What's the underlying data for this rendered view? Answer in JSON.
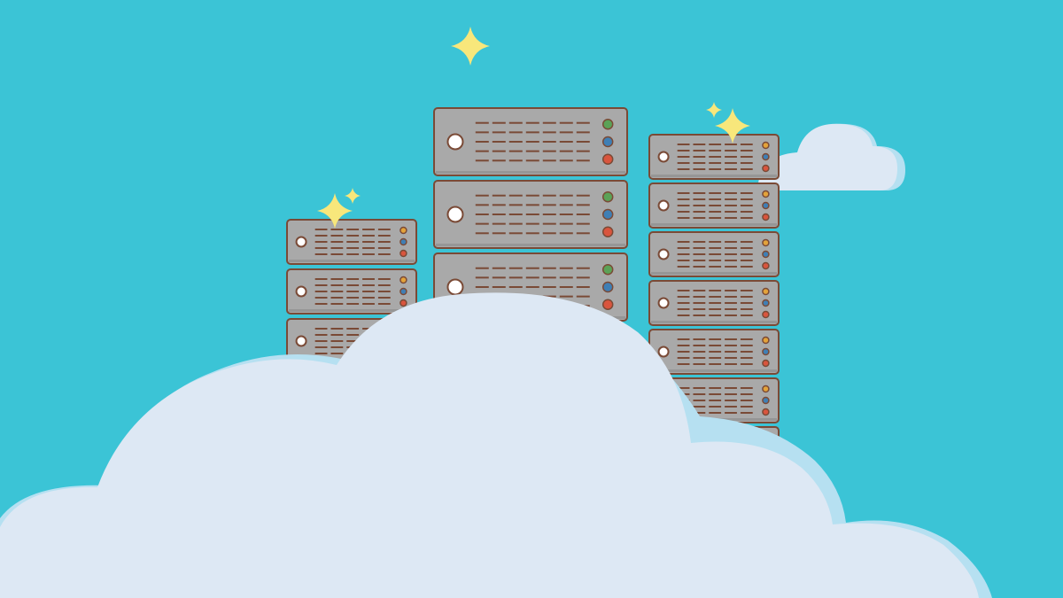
{
  "scene": {
    "description_free": true,
    "colors": {
      "sky": "#3BC4D6",
      "cloud": "#DDE8F4",
      "cloud_shadow": "#B6E0F1",
      "server_body": "#A9A9A9",
      "server_outline": "#7A4A36",
      "server_inner_shadow": "#969696",
      "vent": "#7A4A36",
      "power_button_fill": "#FFFFFF",
      "led_green": "#5BA257",
      "led_blue": "#3F7FB5",
      "led_red": "#D9553E",
      "led_orange": "#E3A33A",
      "sparkle": "#F8E77B"
    },
    "server_stacks": [
      {
        "id": "left-stack",
        "visible_units": 3
      },
      {
        "id": "center-stack",
        "visible_units": 3
      },
      {
        "id": "right-stack",
        "visible_units": 7
      }
    ],
    "sparkles": 5,
    "clouds": 2
  }
}
